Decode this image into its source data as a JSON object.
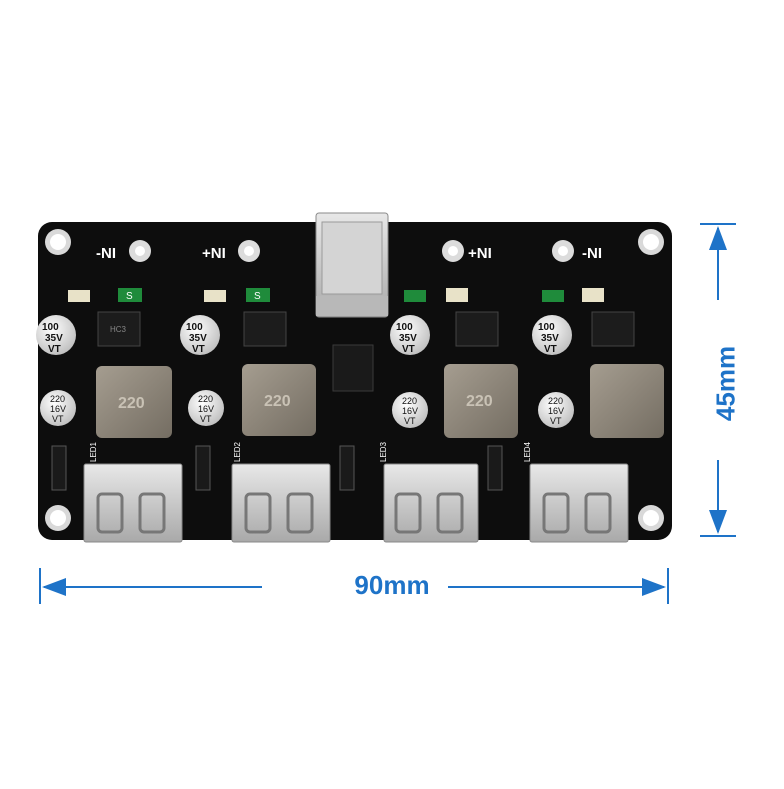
{
  "product_photo": {
    "pin_labels": [
      "-NI",
      "+NI",
      "+NI",
      "-NI"
    ],
    "led_labels": [
      "LED1",
      "LED2",
      "LED3",
      "LED4"
    ],
    "cap_large": {
      "lines": [
        "100",
        "35V",
        "VT"
      ]
    },
    "cap_small": {
      "lines": [
        "220",
        "16V",
        "VT"
      ]
    },
    "inductor_marking": "220",
    "diode_marking": "S",
    "chip_marking": "HC3"
  },
  "dimensions": {
    "width_label": "90mm",
    "height_label": "45mm"
  },
  "colors": {
    "board": "#0d0d0d",
    "dimension_line": "#1e73c8",
    "inductor": "#8c8478",
    "usb_port": "#c9c9c9"
  }
}
